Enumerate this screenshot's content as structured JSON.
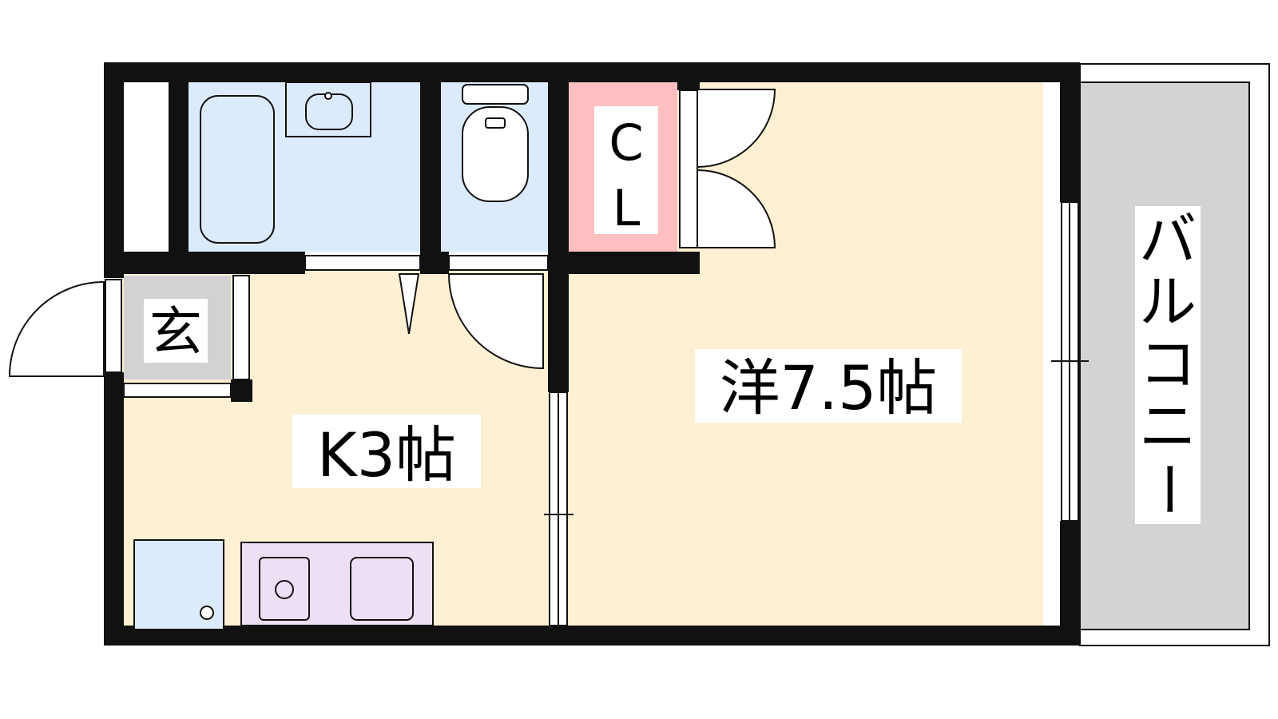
{
  "labels": {
    "closet": [
      "C",
      "L"
    ],
    "entrance": "玄",
    "western_room": "洋7.5帖",
    "kitchen": "K3帖",
    "balcony": [
      "バ",
      "ル",
      "コ",
      "ニ",
      "ー"
    ]
  },
  "colors": {
    "wall": "#111111",
    "room_fill": "#fdf0d3",
    "wet_area": "#dcebfb",
    "closet": "#fdbfc0",
    "entrance": "#d2d2d2",
    "balcony": "#d3d3d3",
    "stove": "#ede0f5"
  }
}
